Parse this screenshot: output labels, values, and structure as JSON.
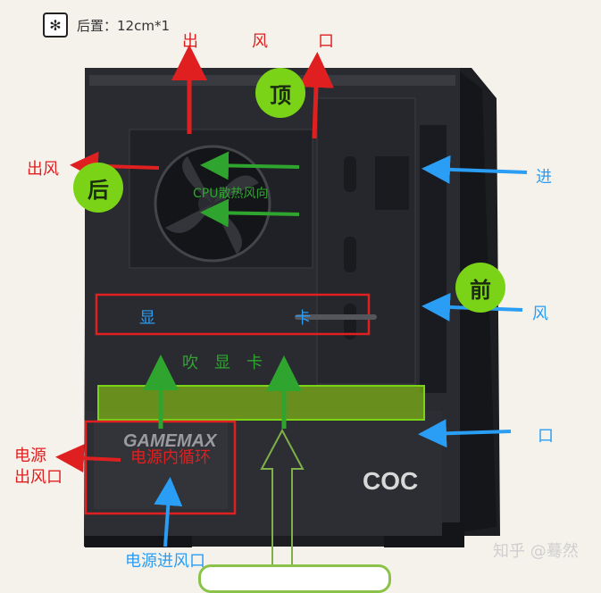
{
  "header": {
    "icon": "fan-icon",
    "text": "后置：12cm*1"
  },
  "labels": {
    "top_out_1": "出",
    "top_out_2": "风",
    "top_out_3": "口",
    "top_badge": "顶",
    "rear_out": "出风",
    "rear_badge": "后",
    "cpu_flow": "CPU散热风向",
    "front_in": "进",
    "front_badge": "前",
    "front_wind": "风",
    "front_port": "口",
    "gpu_1": "显",
    "gpu_2": "卡",
    "blow_gpu": "吹　显　卡",
    "psu_internal": "电源内循环",
    "psu_out_1": "电源",
    "psu_out_2": "出风口",
    "psu_in": "电源进风口",
    "brand1": "GAMEMAX",
    "brand2": "COC"
  },
  "watermark": "知乎 @蓦然",
  "colors": {
    "out": "#e02020",
    "in": "#2a9df4",
    "flow": "#2fa52f",
    "badge": "#7bd318"
  }
}
